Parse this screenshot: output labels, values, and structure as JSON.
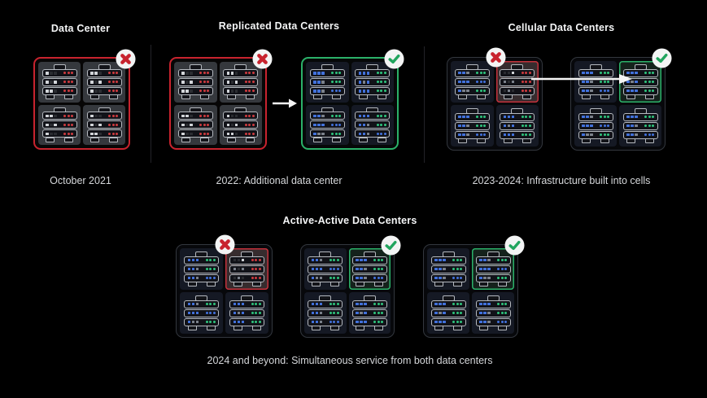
{
  "sections": {
    "data_center": {
      "title": "Data Center",
      "caption": "October 2021"
    },
    "replicated": {
      "title": "Replicated Data Centers",
      "caption": "2022: Additional data center"
    },
    "cellular": {
      "title": "Cellular Data Centers",
      "caption": "2023-2024: Infrastructure built into cells"
    },
    "active_active": {
      "title": "Active-Active Data Centers",
      "caption": "2024 and beyond: Simultaneous service from both data centers"
    }
  },
  "icons": {
    "error": "x-icon",
    "success": "check-icon",
    "arrow": "arrow-right-icon"
  },
  "palette": {
    "background": "#000000",
    "title": "#f4f5f6",
    "caption": "#d5d7da",
    "red_border": "#c8232e",
    "green_border": "#2bb169",
    "neutral_border": "#33373e",
    "badge_x": "#c8232e",
    "badge_check": "#21a55e",
    "arrow": "#f5f5f5",
    "leds": {
      "blue": "#4272dd",
      "gray": "#7c828c",
      "lit": "#d2d5d9",
      "dim": "#2a2c31",
      "red": "#cf3b3f",
      "green": "#2fc57e"
    }
  },
  "rack_templates": {
    "failed_a": [
      {
        "sq": [
          "lit",
          "dim",
          "dim"
        ],
        "dot": "red"
      },
      {
        "sq": [
          "lit",
          "dim",
          "lit"
        ],
        "dot": "red"
      },
      {
        "sq": [
          "lit",
          "lit",
          "dim"
        ],
        "dot": "red"
      }
    ],
    "failed_b": [
      {
        "sq": [
          "lit",
          "lit",
          "dim"
        ],
        "dot": "red"
      },
      {
        "sq": [
          "lit",
          "dim",
          "lit"
        ],
        "dot": "red"
      },
      {
        "sq": [
          "lit",
          "dim",
          "dim"
        ],
        "dot": "red"
      }
    ],
    "failed_cell": [
      {
        "sq": [
          "dim",
          "dim",
          "lit"
        ],
        "dot": "red"
      },
      {
        "sq": [
          "gray",
          "dim",
          "gray"
        ],
        "dot": "red"
      },
      {
        "sq": [
          "dim",
          "gray",
          "dim"
        ],
        "dot": "red"
      }
    ],
    "healthy_a": [
      {
        "sq": [
          "blue",
          "blue",
          "blue"
        ],
        "dot": "green"
      },
      {
        "sq": [
          "blue",
          "blue",
          "gray"
        ],
        "dot": "green"
      },
      {
        "sq": [
          "blue",
          "blue",
          "gray"
        ],
        "dot": "blue"
      }
    ],
    "healthy_b": [
      {
        "sq": [
          "blue",
          "blue",
          "gray"
        ],
        "dot": "green"
      },
      {
        "sq": [
          "blue",
          "blue",
          "blue"
        ],
        "dot": "blue"
      },
      {
        "sq": [
          "blue",
          "gray",
          "gray"
        ],
        "dot": "green"
      }
    ],
    "healthy_c": [
      {
        "sq": [
          "blue",
          "blue",
          "blue"
        ],
        "dot": "green"
      },
      {
        "sq": [
          "blue",
          "gray",
          "blue"
        ],
        "dot": "green"
      },
      {
        "sq": [
          "blue",
          "blue",
          "blue"
        ],
        "dot": "green"
      }
    ]
  },
  "boxes": {
    "dc": {
      "panel": "gray",
      "racks": [
        "failed_a",
        "failed_b",
        "failed_b",
        "failed_a"
      ],
      "highlights": [
        null,
        null,
        null,
        null
      ]
    },
    "rep_red": {
      "panel": "gray",
      "racks": [
        "failed_a",
        "failed_b",
        "failed_b",
        "failed_a"
      ],
      "highlights": [
        null,
        null,
        null,
        null
      ]
    },
    "rep_green": {
      "panel": "navy",
      "racks": [
        "healthy_a",
        "healthy_c",
        "healthy_b",
        "healthy_a"
      ],
      "highlights": [
        null,
        null,
        null,
        null
      ]
    },
    "cell_left": {
      "panel": "navy",
      "racks": [
        "healthy_b",
        "failed_cell",
        "healthy_a",
        "healthy_c"
      ],
      "highlights": [
        null,
        "red",
        null,
        null
      ]
    },
    "cell_right": {
      "panel": "navy",
      "racks": [
        "healthy_a",
        "healthy_c",
        "healthy_b",
        "healthy_a"
      ],
      "highlights": [
        null,
        "green",
        null,
        null
      ]
    },
    "aa_left": {
      "panel": "navy",
      "racks": [
        "healthy_a",
        "failed_cell",
        "healthy_b",
        "healthy_c"
      ],
      "highlights": [
        null,
        "red",
        null,
        null
      ]
    },
    "aa_mid": {
      "panel": "navy",
      "racks": [
        "healthy_b",
        "healthy_a",
        "healthy_a",
        "healthy_c"
      ],
      "highlights": [
        null,
        "green",
        null,
        null
      ]
    },
    "aa_right": {
      "panel": "navy",
      "racks": [
        "healthy_a",
        "healthy_b",
        "healthy_c",
        "healthy_a"
      ],
      "highlights": [
        null,
        "green",
        null,
        null
      ]
    }
  }
}
